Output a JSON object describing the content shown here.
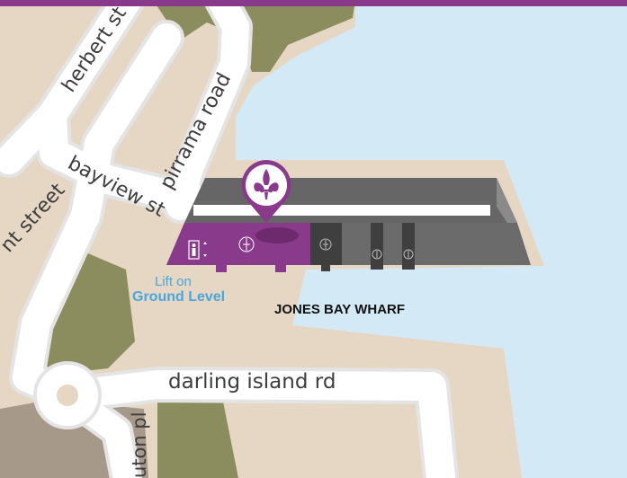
{
  "colors": {
    "water": "#d4e9f6",
    "land": "#e6d7c5",
    "park": "#8c8d5e",
    "road": "#ffffff",
    "road_edge": "#e4e4e4",
    "wharf": "#6b6b6b",
    "accent": "#8a3a8a",
    "lift_text": "#4aa7dc"
  },
  "roads": {
    "herbert": "herbert st",
    "pirrama": "pirrama road",
    "bayview": "bayview st",
    "street_left": "nt street",
    "darling": "darling island rd",
    "bottom_pl": "uton pl"
  },
  "wharf": {
    "name": "JONES BAY WHARF"
  },
  "lift": {
    "line1": "Lift on",
    "line2": "Ground Level"
  },
  "icons": {
    "marker": "fleur-de-lis-icon",
    "lift": "lift-icon",
    "entrance": "fleur-de-lis-icon"
  }
}
